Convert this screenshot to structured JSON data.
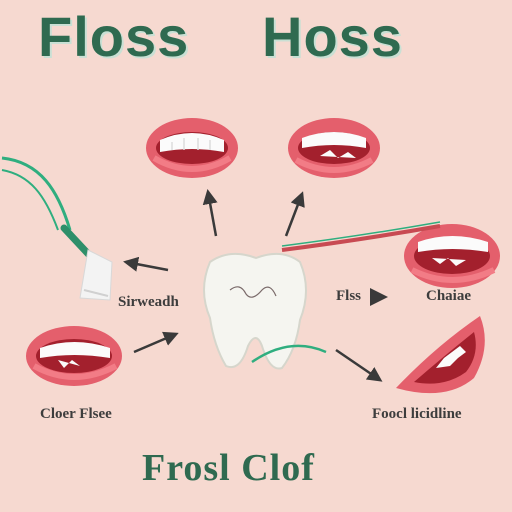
{
  "title": {
    "left": "Floss",
    "right": "Hoss"
  },
  "labels": {
    "left_mid": "Sirweadh",
    "right_mid_a": "Flss",
    "right_mid_b": "Chaiae",
    "bottom_left": "Cloer Flsee",
    "bottom_right": "Foocl licidline"
  },
  "footer": "Frosl Clof",
  "colors": {
    "background": "#f6d9d0",
    "title": "#2f6a50",
    "gum": "#e26b76",
    "floss": "#2fae7f",
    "arrow": "#3a3a3a"
  }
}
